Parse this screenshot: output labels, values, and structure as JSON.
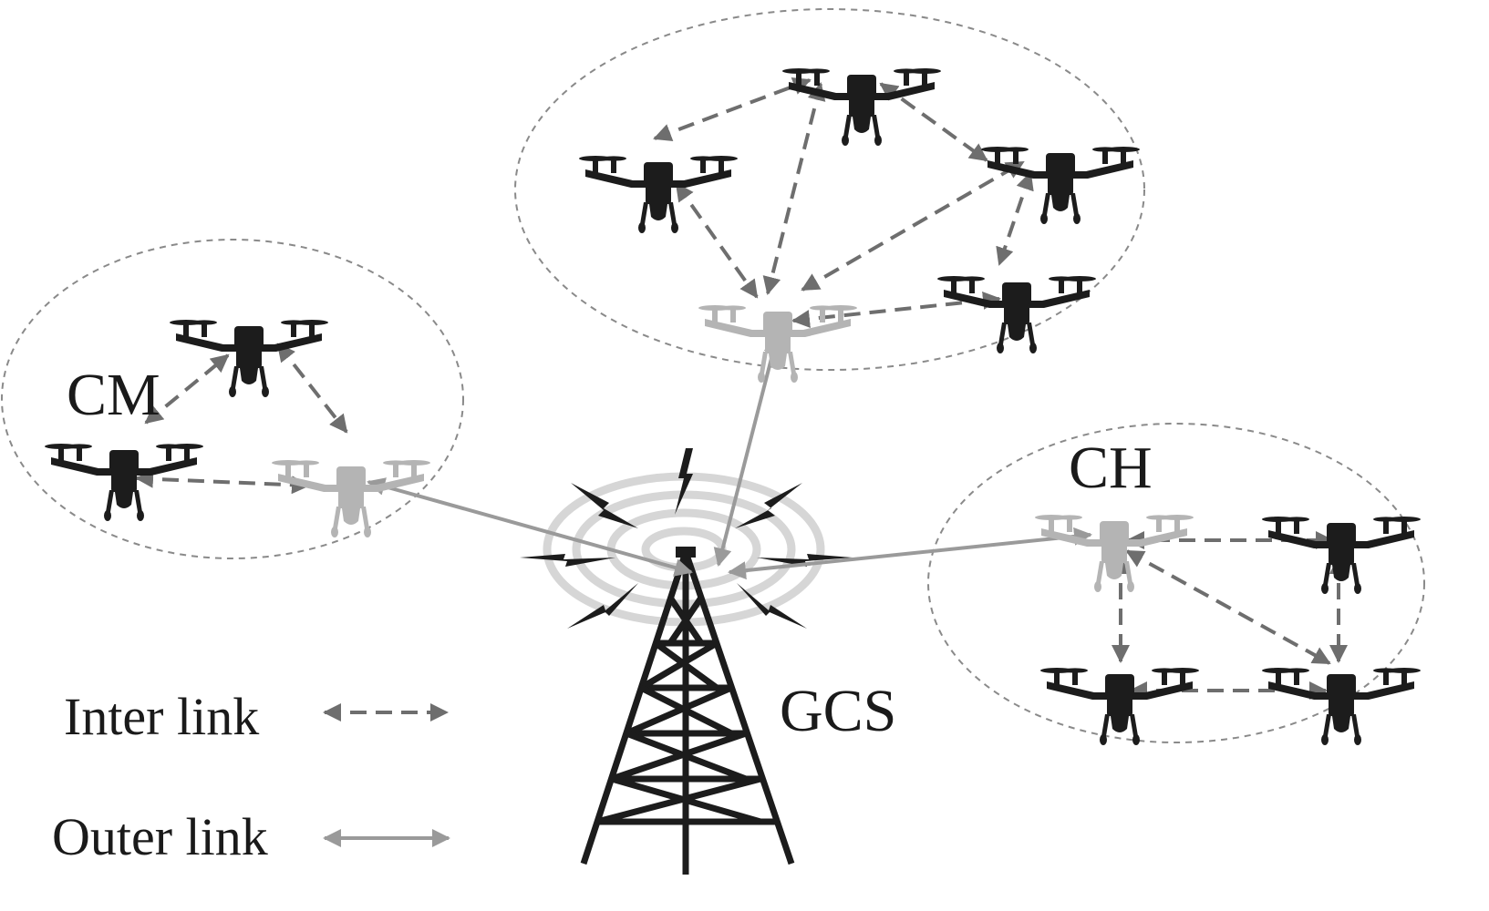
{
  "labels": {
    "cluster_member": "CM",
    "cluster_head": "CH",
    "ground_station": "GCS"
  },
  "legend": {
    "inter_link": "Inter link",
    "outer_link": "Outer link"
  },
  "colors": {
    "member_drone": "#1c1c1c",
    "head_drone": "#b4b4b4",
    "inter_link": "#6e6e6e",
    "outer_link": "#9a9a9a",
    "cluster_boundary": "#8a8a8a",
    "tower": "#1c1c1c",
    "signal_rings": "#d6d6d6"
  },
  "icons": {
    "member": "drone-icon",
    "head": "drone-icon",
    "station": "radio-tower-icon",
    "signal": "lightning-bolt-icon"
  }
}
